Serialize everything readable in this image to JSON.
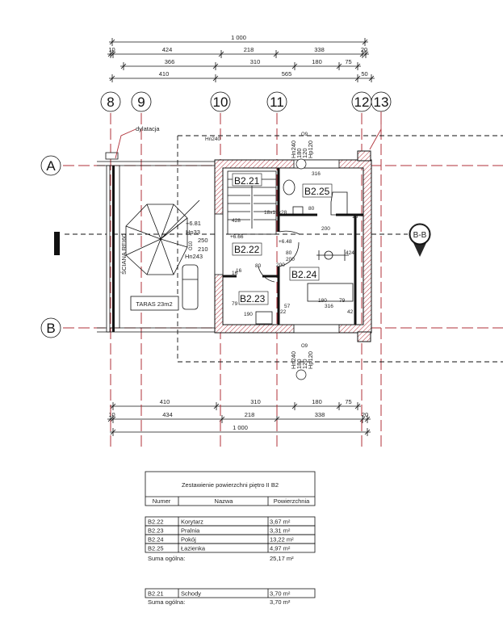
{
  "axes": {
    "vertical": [
      "8",
      "9",
      "10",
      "11",
      "12",
      "13"
    ],
    "horizontal": [
      "A",
      "B"
    ],
    "section": "B-B"
  },
  "dimensions_top": {
    "row1": [
      "1 000"
    ],
    "row2": [
      "10",
      "424",
      "218",
      "338",
      "20"
    ],
    "row3": [
      "366",
      "310",
      "180",
      "75"
    ],
    "row4": [
      "410",
      "565",
      "50"
    ]
  },
  "dimensions_bottom": {
    "row1": [
      "410",
      "310",
      "180",
      "75"
    ],
    "row2": [
      "10",
      "434",
      "218",
      "338",
      "20"
    ],
    "row3": [
      "1 000"
    ]
  },
  "rooms": [
    "B2.21",
    "B2.22",
    "B2.23",
    "B2.24",
    "B2.25"
  ],
  "labels": {
    "dilatation": "dylatacja",
    "wall": "ŚCIANA REI60",
    "terrace": "TARAS 23m2",
    "window_top": [
      "Hn240",
      "180",
      "120",
      "Hp120",
      "O9"
    ],
    "window_bottom": [
      "Hn240",
      "180",
      "120",
      "Hp120",
      "O9"
    ],
    "window_left": [
      "+6.81",
      "Hp33",
      "250",
      "210",
      "Hn243",
      "O10"
    ]
  },
  "annotations": [
    "316",
    "316",
    "57",
    "180",
    "79",
    "22",
    "42",
    "190",
    "79",
    "16",
    "80",
    "200",
    "80",
    "200",
    "424",
    "16",
    "200",
    "80",
    "+6.66",
    "+6.48",
    "18x18x28",
    "428",
    "16",
    "Hn240"
  ],
  "table": {
    "title": "Zestawienie powierzchni piętro II B2",
    "headers": [
      "Numer",
      "Nazwa",
      "Powierzchnia"
    ],
    "group1": [
      {
        "num": "B2.22",
        "name": "Korytarz",
        "area": "3,67 m²"
      },
      {
        "num": "B2.23",
        "name": "Pralnia",
        "area": "3,31 m²"
      },
      {
        "num": "B2.24",
        "name": "Pokój",
        "area": "13,22 m²"
      },
      {
        "num": "B2.25",
        "name": "Łazienka",
        "area": "4,97 m²"
      }
    ],
    "group1_sum_label": "Suma ogólna:",
    "group1_sum": "25,17 m²",
    "group2": [
      {
        "num": "B2.21",
        "name": "Schody",
        "area": "3,70 m²"
      }
    ],
    "group2_sum_label": "Suma ogólna:",
    "group2_sum": "3,70 m²"
  }
}
